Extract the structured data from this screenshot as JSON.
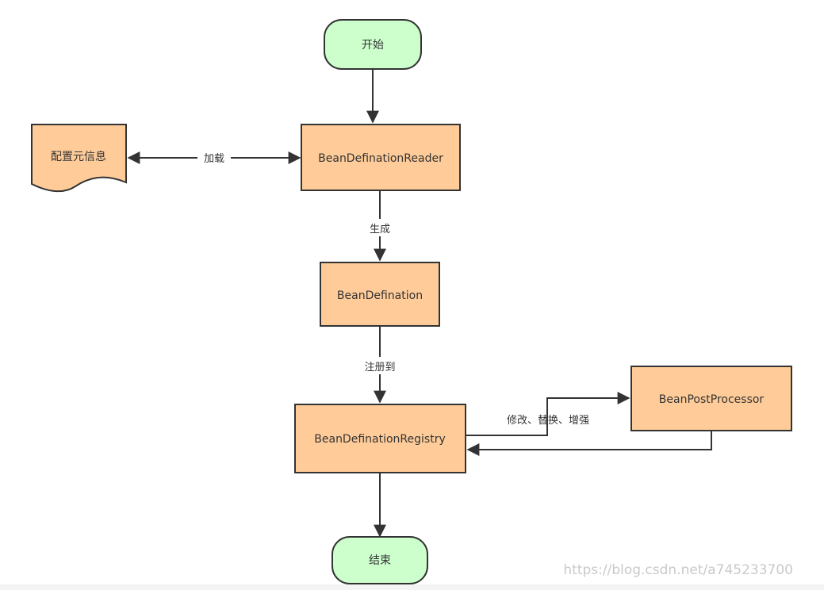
{
  "nodes": {
    "start": {
      "label": "开始"
    },
    "config": {
      "label": "配置元信息"
    },
    "reader": {
      "label": "BeanDefinationReader"
    },
    "definition": {
      "label": "BeanDefination"
    },
    "registry": {
      "label": "BeanDefinationRegistry"
    },
    "postprocessor": {
      "label": "BeanPostProcessor"
    },
    "end": {
      "label": "结束"
    }
  },
  "edges": {
    "load": {
      "label": "加载"
    },
    "generate": {
      "label": "生成"
    },
    "register": {
      "label": "注册到"
    },
    "modify": {
      "label": "修改、替换、增强"
    }
  },
  "watermark": "https://blog.csdn.net/a745233700",
  "colors": {
    "process_fill": "#ffcc99",
    "terminal_fill": "#ccffcc",
    "stroke": "#333333"
  }
}
